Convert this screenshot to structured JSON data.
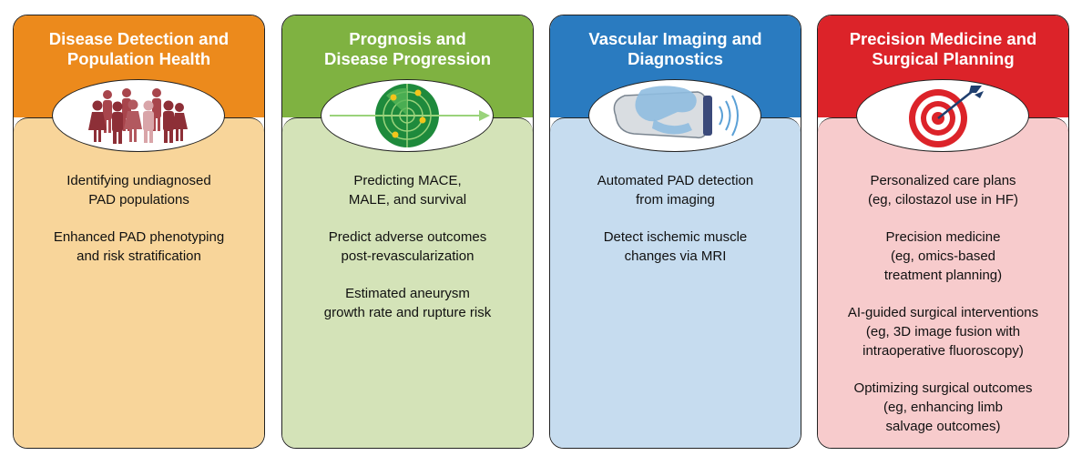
{
  "panels": [
    {
      "title": "Disease Detection and\nPopulation Health",
      "icon": "people-icon",
      "header_color": "#ec8a1c",
      "body_color": "#f8d59a",
      "items": [
        "Identifying undiagnosed\nPAD populations",
        "Enhanced PAD phenotyping\nand risk stratification"
      ]
    },
    {
      "title": "Prognosis and\nDisease Progression",
      "icon": "radar-icon",
      "header_color": "#7fb241",
      "body_color": "#d4e3b8",
      "items": [
        "Predicting MACE,\nMALE, and survival",
        "Predict adverse outcomes\npost-revascularization",
        "Estimated aneurysm\ngrowth rate and rupture risk"
      ]
    },
    {
      "title": "Vascular Imaging and\nDiagnostics",
      "icon": "ultrasound-probe-icon",
      "header_color": "#2a7bc0",
      "body_color": "#c6dcef",
      "items": [
        "Automated PAD detection\nfrom imaging",
        "Detect ischemic muscle\nchanges via MRI"
      ]
    },
    {
      "title": "Precision Medicine and\nSurgical Planning",
      "icon": "target-icon",
      "header_color": "#dc2329",
      "body_color": "#f7cbcc",
      "items": [
        "Personalized care plans\n(eg, cilostazol use in HF)",
        "Precision medicine\n(eg, omics-based\ntreatment planning)",
        "AI-guided surgical interventions\n(eg, 3D image fusion with\nintraoperative fluoroscopy)",
        "Optimizing surgical outcomes\n(eg, enhancing limb\nsalvage outcomes)"
      ]
    }
  ]
}
